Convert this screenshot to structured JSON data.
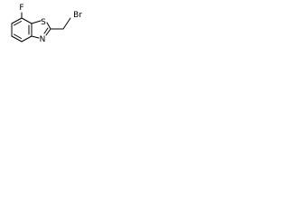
{
  "molecule": {
    "atoms": {
      "fluorine": "F",
      "sulfur": "S",
      "nitrogen": "N",
      "bromine": "Br"
    },
    "bond_color": "#000000"
  }
}
